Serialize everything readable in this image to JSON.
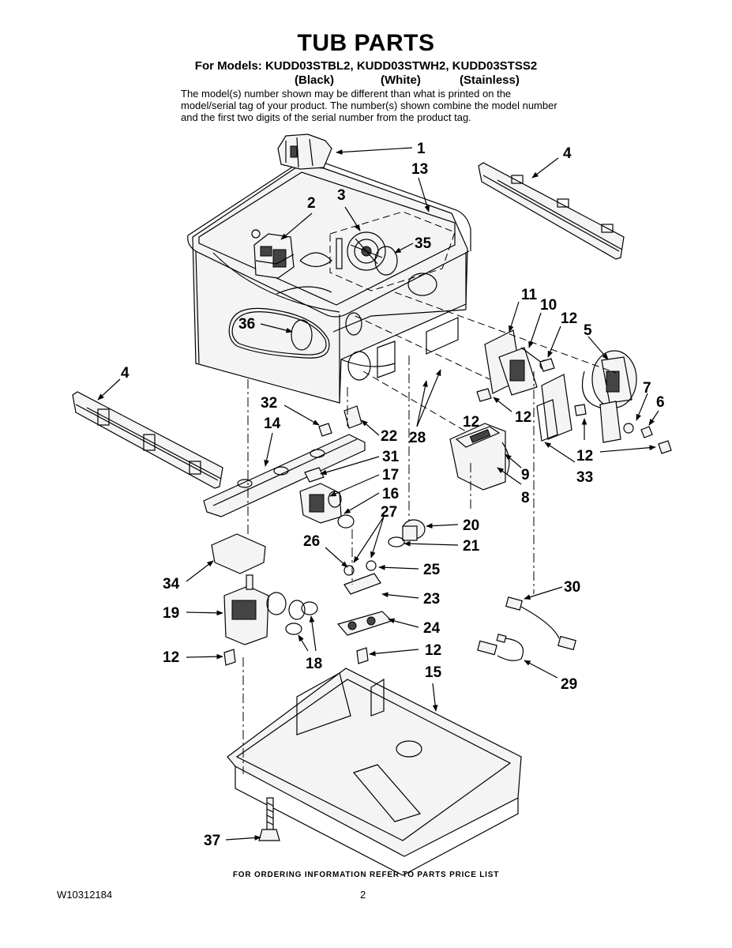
{
  "header": {
    "title": "TUB PARTS",
    "models": "For Models: KUDD03STBL2, KUDD03STWH2, KUDD03STSS2",
    "color_black": "(Black)",
    "color_white": "(White)",
    "color_stainless": "(Stainless)",
    "note": "The model(s) number shown may be different than what is printed on the model/serial tag of your product. The number(s) shown combine the model number and the first two digits of the serial number from the product tag."
  },
  "callouts": {
    "c1": "1",
    "c2": "2",
    "c3": "3",
    "c4a": "4",
    "c4b": "4",
    "c5": "5",
    "c6": "6",
    "c7": "7",
    "c8": "8",
    "c9": "9",
    "c10": "10",
    "c11": "11",
    "c12a": "12",
    "c12b": "12",
    "c12c": "12",
    "c12d": "12",
    "c12e": "12",
    "c12f": "12",
    "c13": "13",
    "c14": "14",
    "c15": "15",
    "c16": "16",
    "c17": "17",
    "c18": "18",
    "c19": "19",
    "c20": "20",
    "c21": "21",
    "c22": "22",
    "c23": "23",
    "c24": "24",
    "c25": "25",
    "c26": "26",
    "c27": "27",
    "c28": "28",
    "c29": "29",
    "c30": "30",
    "c31": "31",
    "c32": "32",
    "c33": "33",
    "c34": "34",
    "c35": "35",
    "c36": "36",
    "c37": "37"
  },
  "footer": {
    "ordering": "FOR ORDERING INFORMATION REFER TO PARTS PRICE LIST",
    "doc_number": "W10312184",
    "page_number": "2"
  }
}
